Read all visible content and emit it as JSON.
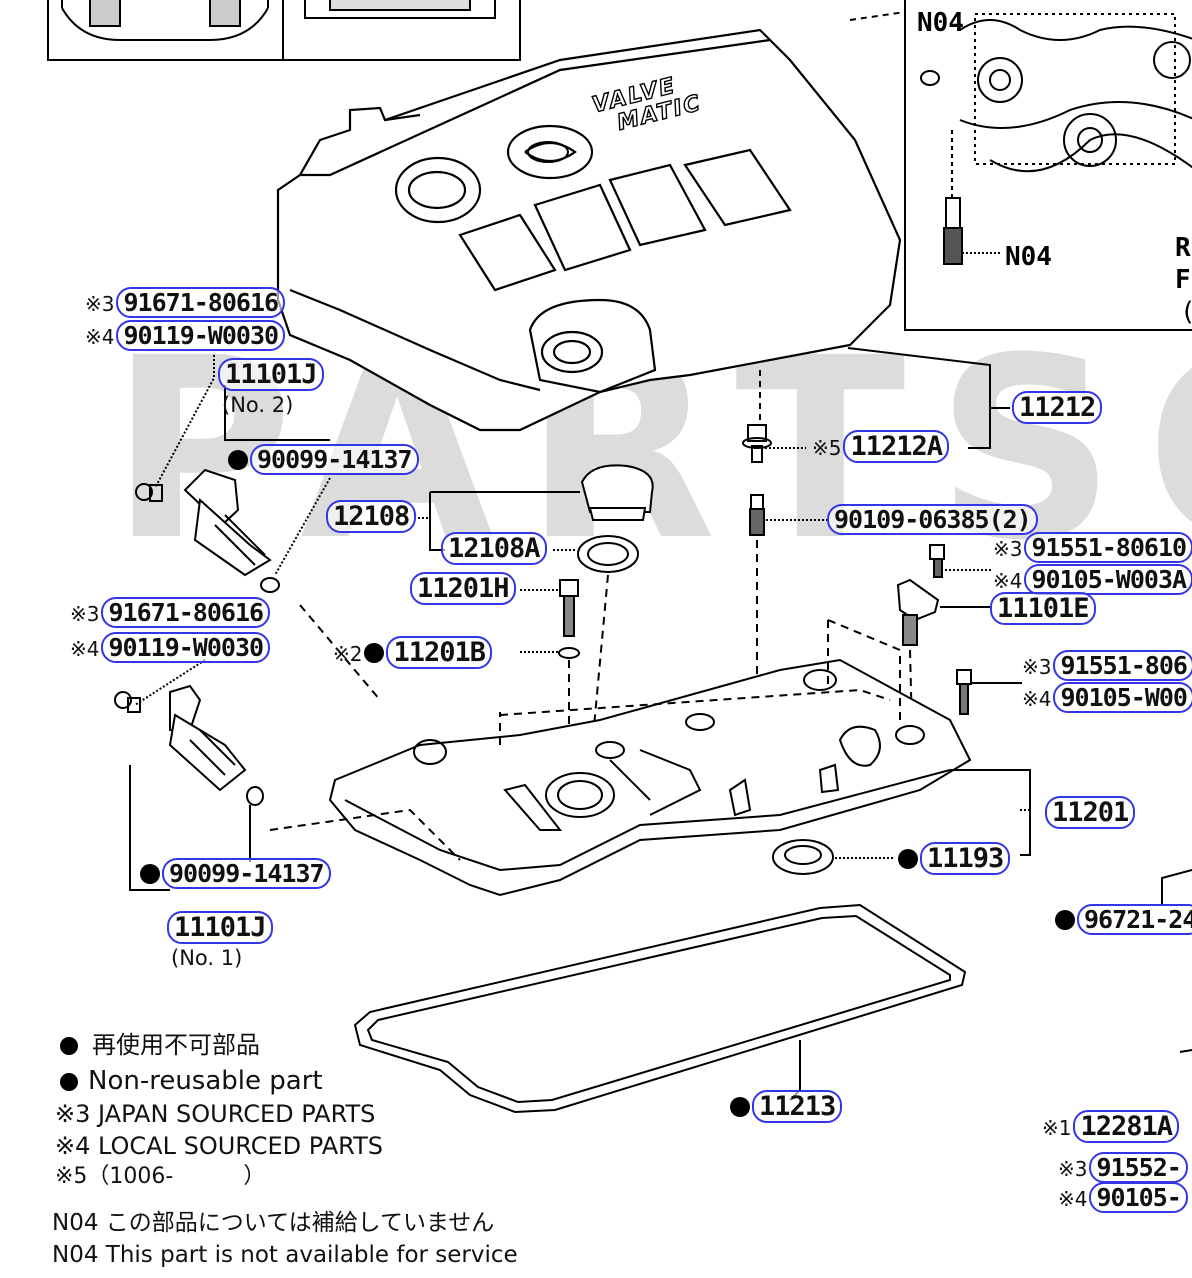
{
  "watermark": "PARTSO",
  "brand": {
    "valve": "VALVE",
    "matic": "MATIC"
  },
  "inset": {
    "n04_top": "N04",
    "n04_bolt": "N04",
    "r": "R",
    "f": "F",
    "paren": "("
  },
  "labels": {
    "p11212": "11212",
    "p11212A_prefix": "※5",
    "p11212A": "11212A",
    "p90109": "90109-06385(2)",
    "p12108": "12108",
    "p12108A": "12108A",
    "p11201H": "11201H",
    "p11201B_prefix": "※2",
    "p11201B": "11201B",
    "pA_3_prefix": "※3",
    "pA_3": "91671-80616",
    "pA_4_prefix": "※4",
    "pA_4": "90119-W0030",
    "p11101J_a": "11101J",
    "p11101J_a_sub": "(No. 2)",
    "p90099_a": "90099-14137",
    "pB_3_prefix": "※3",
    "pB_3": "91671-80616",
    "pB_4_prefix": "※4",
    "pB_4": "90119-W0030",
    "p90099_b": "90099-14137",
    "p11101J_b": "11101J",
    "p11101J_b_sub": "(No. 1)",
    "pC_3_prefix": "※3",
    "pC_3": "91551-80610",
    "pC_4_prefix": "※4",
    "pC_4": "90105-W003A",
    "p11101E": "11101E",
    "pD_3_prefix": "※3",
    "pD_3": "91551-806",
    "pD_4_prefix": "※4",
    "pD_4": "90105-W00",
    "p11201": "11201",
    "p11193": "11193",
    "p96721": "96721-24",
    "p11213": "11213",
    "p12281A_prefix": "※1",
    "p12281A": "12281A",
    "pE_3_prefix": "※3",
    "pE_3": "91552-",
    "pE_4_prefix": "※4",
    "pE_4": "90105-"
  },
  "legend": {
    "jp_nonreusable": "再使用不可部品",
    "en_nonreusable": "Non-reusable part",
    "note3": "※3 JAPAN SOURCED PARTS",
    "note4": "※4 LOCAL SOURCED PARTS",
    "note5_a": "※5（1006-",
    "note5_b": "）",
    "n04_jp": "N04  この部品については補給していません",
    "n04_en": "N04  This part is not available for service"
  }
}
